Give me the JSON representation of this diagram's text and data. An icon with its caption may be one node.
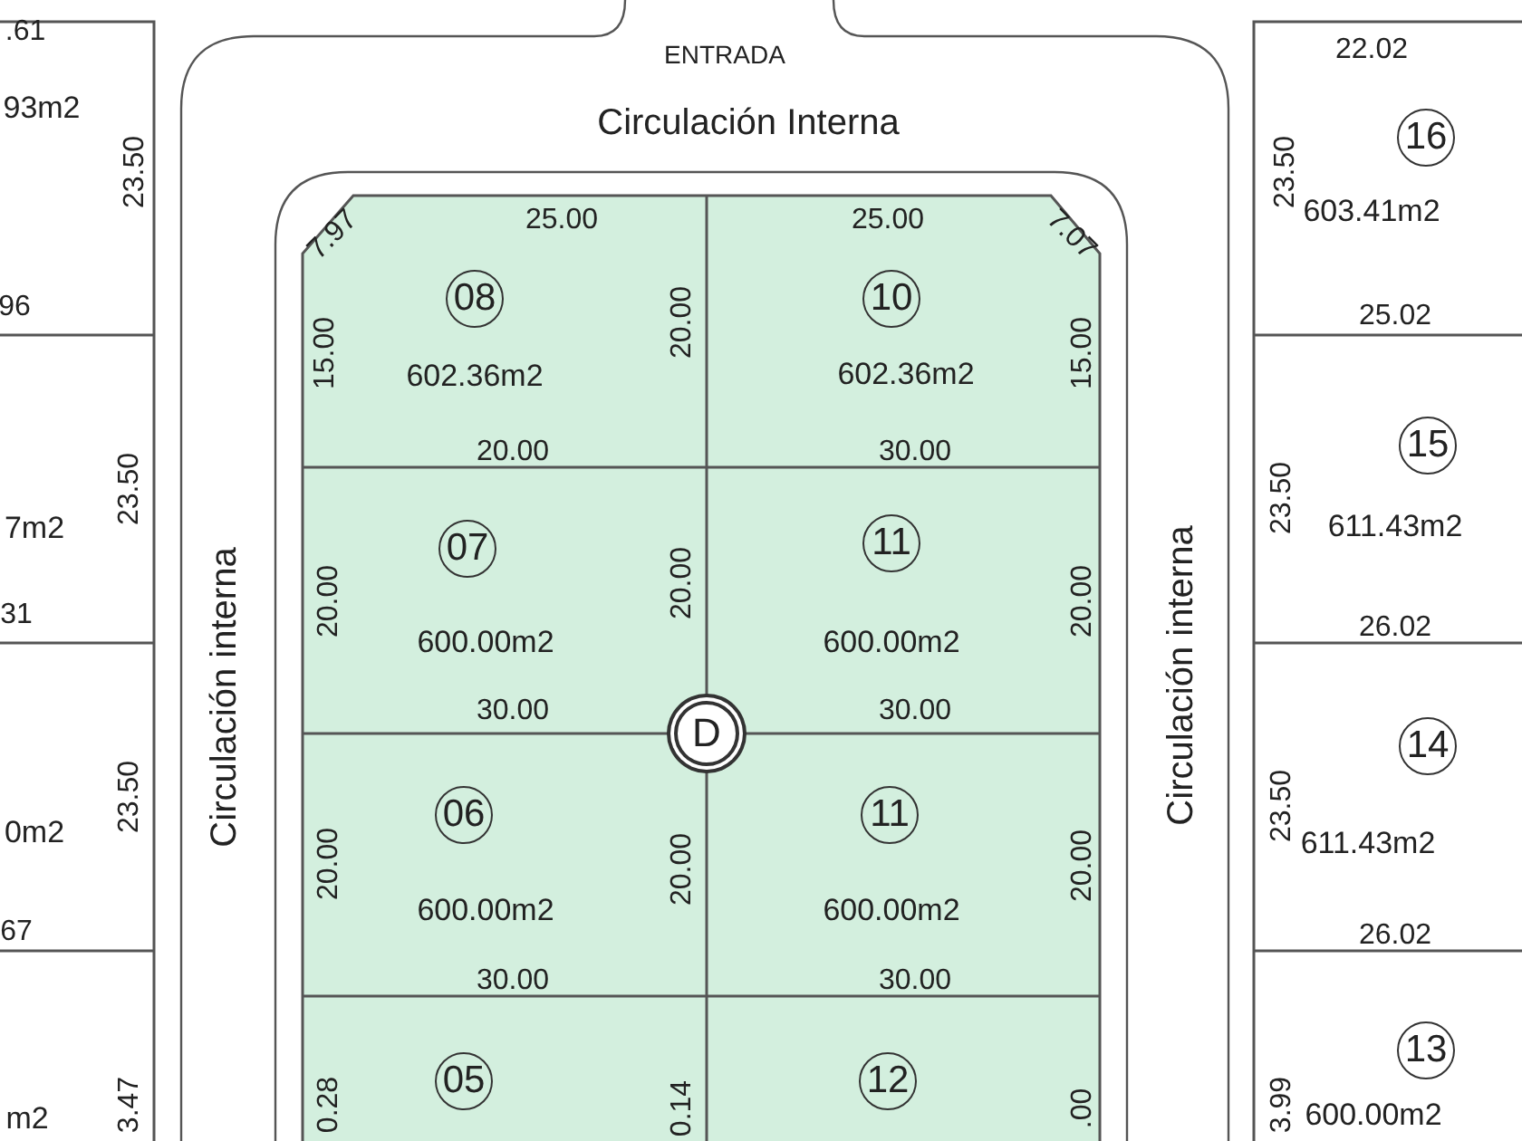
{
  "diagram": {
    "nodes": [
      {
        "text": [
          "93m2"
        ]
      },
      {
        "text": [
          "08",
          "602.36m2"
        ]
      },
      {
        "text": [
          "10",
          "602.36m2"
        ]
      },
      {
        "text": [
          "16",
          "603.41m2"
        ]
      },
      {
        "text": [
          "7m2"
        ]
      },
      {
        "text": [
          "07",
          "600.00m2"
        ]
      },
      {
        "text": [
          "11",
          "600.00m2"
        ]
      },
      {
        "text": [
          "15",
          "611.43m2"
        ]
      },
      {
        "text": [
          "D"
        ]
      },
      {
        "text": [
          "0m2"
        ]
      },
      {
        "text": [
          "06",
          "600.00m2"
        ]
      },
      {
        "text": [
          "11",
          "600.00m2"
        ]
      },
      {
        "text": [
          "14",
          "611.43m2"
        ]
      },
      {
        "text": [
          "m2"
        ]
      },
      {
        "text": [
          "05"
        ]
      },
      {
        "text": [
          "12"
        ]
      },
      {
        "text": [
          "13",
          "600.00m2"
        ]
      }
    ],
    "labels": [
      ".61",
      "ENTRADA",
      "22.02",
      "Circulación Interna",
      "23.50",
      "23.50",
      "25.00",
      "25.00",
      "7.97",
      "7.07",
      "15.00",
      "20.00",
      "15.00",
      "96",
      "25.02",
      "20.00",
      "30.00",
      "23.50",
      "23.50",
      "Circulación interna",
      "Circulación interna",
      "20.00",
      "20.00",
      "20.00",
      "31",
      "26.02",
      "30.00",
      "30.00",
      "23.50",
      "23.50",
      "20.00",
      "20.00",
      "20.00",
      "67",
      "26.02",
      "30.00",
      "30.00",
      "3.47",
      "0.28",
      "0.14",
      ".00",
      "3.99"
    ]
  }
}
